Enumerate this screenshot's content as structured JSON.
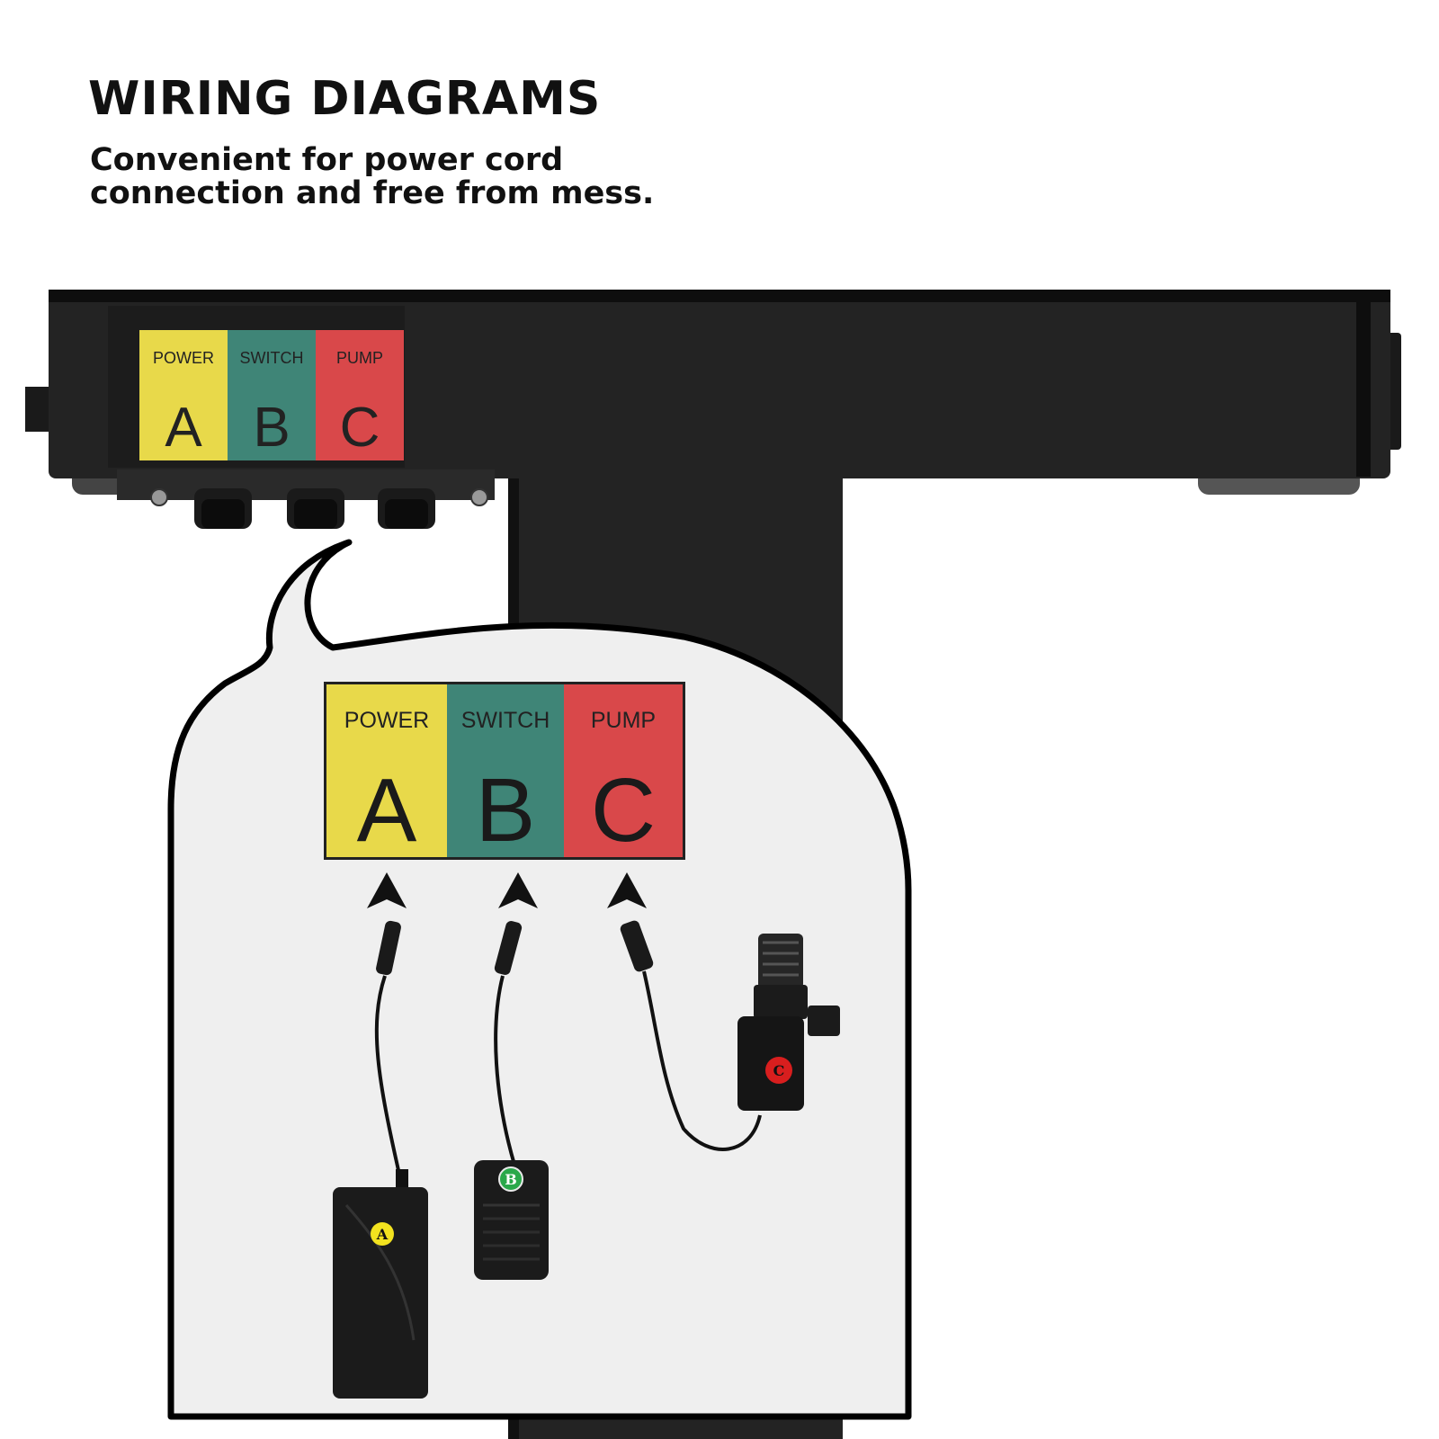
{
  "header": {
    "title": "WIRING DIAGRAMS",
    "subtitle": "Convenient for power cord\nconnection and free from mess."
  },
  "ports": [
    {
      "name": "POWER",
      "letter": "A",
      "color": "#e8d94a"
    },
    {
      "name": "SWITCH",
      "letter": "B",
      "color": "#3f8577"
    },
    {
      "name": "PUMP",
      "letter": "C",
      "color": "#d9484a"
    }
  ],
  "devices": {
    "adapter_badge": "A",
    "pedal_badge": "B",
    "pump_badge": "C"
  },
  "colors": {
    "frame": "#1e1e1e",
    "callout_bg": "#efefef",
    "badge_yellow": "#f2e21f",
    "badge_green": "#2aa84a",
    "badge_red": "#d81e1e"
  },
  "icons": [
    "arrow-up-icon",
    "connector-plug-icon",
    "power-adapter-icon",
    "foot-pedal-icon",
    "water-pump-icon"
  ]
}
